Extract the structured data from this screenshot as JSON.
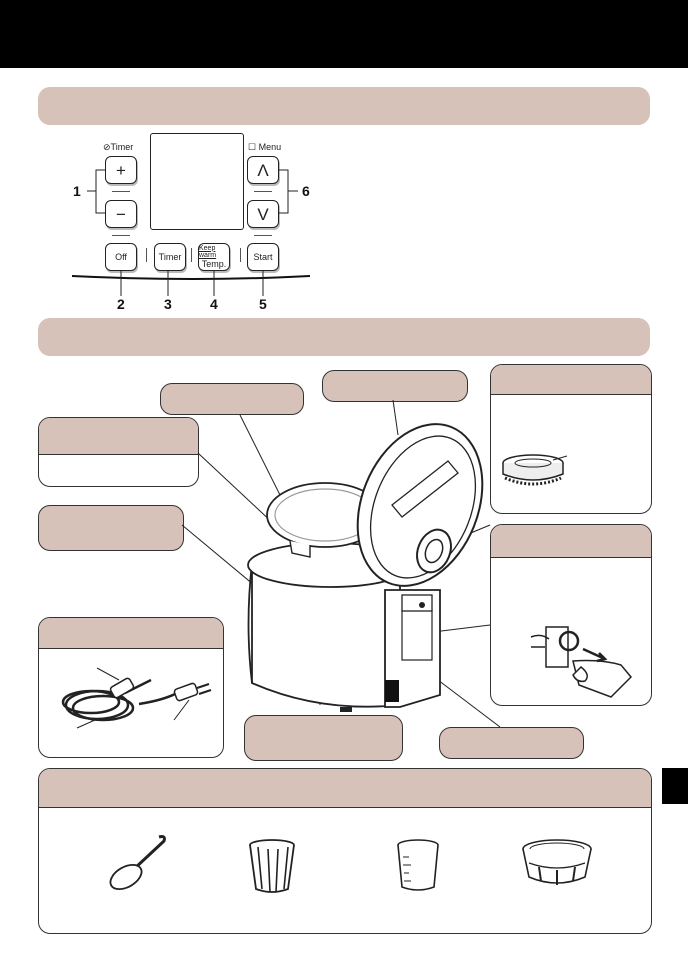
{
  "control_panel": {
    "timer_label": "⊘Timer",
    "menu_label": "☐ Menu",
    "plus_symbol": "+",
    "minus_symbol": "−",
    "up_symbol": "Λ",
    "down_symbol": "V",
    "off_label": "Off",
    "timer_button_label": "Timer",
    "keepwarm_line1": "Keep warm",
    "keepwarm_line2": "Temp.",
    "start_label": "Start",
    "callout_numbers": [
      "1",
      "2",
      "3",
      "4",
      "5",
      "6"
    ]
  },
  "colors": {
    "header_bar": "#000000",
    "band": "#d7c2b9",
    "outline": "#333333"
  },
  "icons": [
    "rice-cooker-illustration",
    "power-cord-illustration",
    "steam-valve-illustration",
    "condensation-collector-illustration",
    "rice-spoon-icon",
    "steam-basket-icon",
    "measuring-cup-icon",
    "steaming-tray-icon"
  ]
}
